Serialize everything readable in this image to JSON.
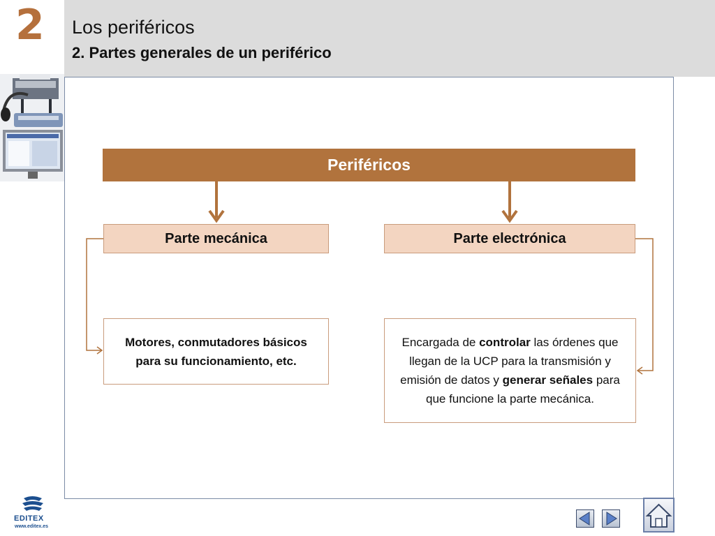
{
  "header": {
    "chapter_number": "2",
    "title": "Los periféricos",
    "subtitle": "2. Partes generales de un periférico"
  },
  "diagram": {
    "root": "Periféricos",
    "left_branch": {
      "label": "Parte mecánica",
      "description": "Motores, conmutadores básicos para su funcionamiento, etc."
    },
    "right_branch": {
      "label": "Parte electrónica",
      "description": {
        "t1": "Encargada de ",
        "b1": "controlar",
        "t2": " las órdenes que llegan de la UCP para la transmisión y emisión de datos y ",
        "b2": "generar señales",
        "t3": " para que funcione la parte mecánica."
      }
    }
  },
  "footer": {
    "logo_text": "EDITEX",
    "logo_url": "www.editex.es"
  },
  "colors": {
    "accent_brown": "#b1733d",
    "light_peach": "#f3d5c1",
    "chapter_orange": "#b5703c",
    "logo_blue": "#1c4f8f"
  },
  "icons": {
    "prev": "triangle-left-icon",
    "next": "triangle-right-icon",
    "home": "house-icon"
  }
}
